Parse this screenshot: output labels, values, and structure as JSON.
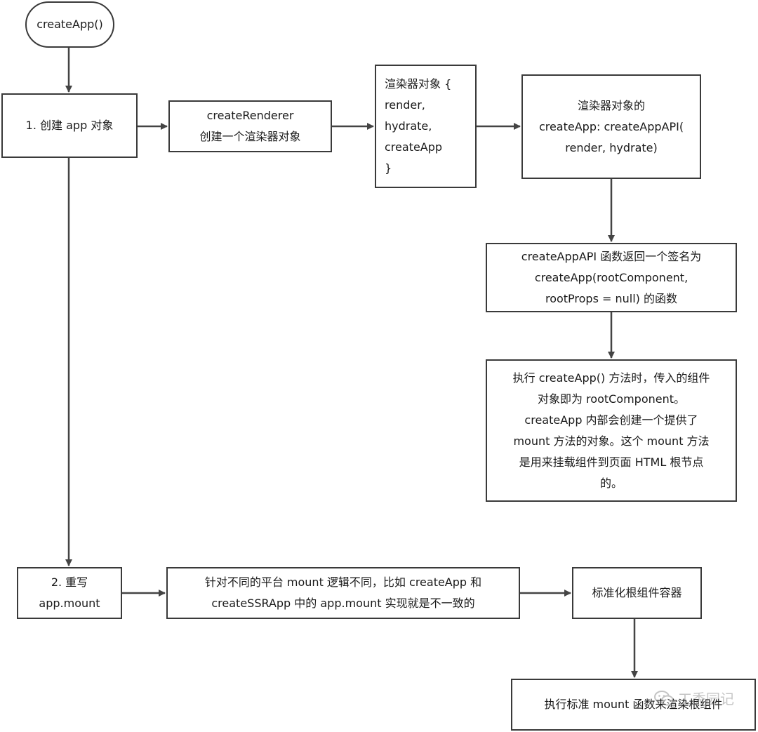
{
  "nodes": {
    "start": "createApp()",
    "step1": "1. 创建 app 对象",
    "create_renderer": [
      "createRenderer",
      "创建一个渲染器对象"
    ],
    "renderer_object": [
      "渲染器对象 {",
      "render,",
      "hydrate,",
      "createApp",
      "}"
    ],
    "renderer_create_app": [
      "渲染器对象的",
      "createApp: createAppAPI(",
      "render, hydrate)"
    ],
    "create_app_api": [
      "createAppAPI 函数返回一个签名为",
      "createApp(rootComponent,",
      "rootProps = null) 的函数"
    ],
    "execute_create_app": [
      "执行 createApp() 方法时，传入的组件",
      "对象即为 rootComponent。",
      "createApp 内部会创建一个提供了",
      "mount 方法的对象。这个 mount 方法",
      "是用来挂载组件到页面 HTML 根节点",
      "的。"
    ],
    "step2": [
      "2. 重写",
      "app.mount"
    ],
    "platform_mount": [
      "针对不同的平台 mount 逻辑不同，比如 createApp 和",
      "createSSRApp 中的 app.mount 实现就是不一致的"
    ],
    "normalize_container": "标准化根组件容器",
    "run_mount": "执行标准 mount 函数来渲染根组件"
  },
  "watermark": {
    "text": "工秀园记",
    "icon": "wechat-icon"
  },
  "colors": {
    "border": "#3a3a3a",
    "arrow": "#444444",
    "text": "#1a1a1a"
  }
}
